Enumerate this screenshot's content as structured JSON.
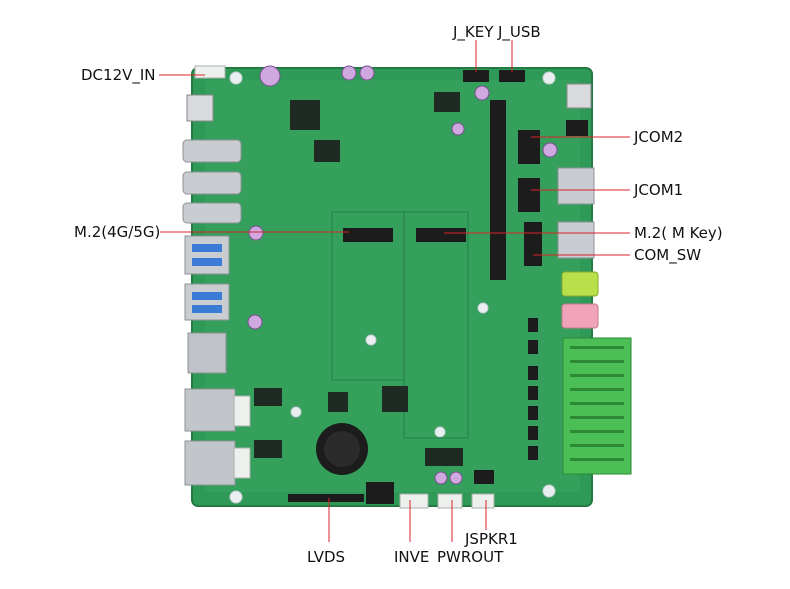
{
  "labels": {
    "j_key": "J_KEY",
    "j_usb": "J_USB",
    "dc12v_in": "DC12V_IN",
    "jcom2": "JCOM2",
    "jcom1": "JCOM1",
    "m2_4g5g": "M.2(4G/5G)",
    "m2_mkey": "M.2( M Key)",
    "com_sw": "COM_SW",
    "lvds": "LVDS",
    "inve": "INVE",
    "pwrout": "PWROUT",
    "jspkr1": "JSPKR1"
  },
  "colors": {
    "pcb": "#2f9a57",
    "pcb_light": "#3aa862",
    "pcb_edge": "#237a43",
    "metal": "#c9ccd0",
    "terminal_block": "#4bbf55",
    "header": "#1c1c1c",
    "leader": "#d8232a",
    "usb_blue": "#3a7bd5"
  },
  "icons": {
    "board": "motherboard-pcb-photo"
  }
}
